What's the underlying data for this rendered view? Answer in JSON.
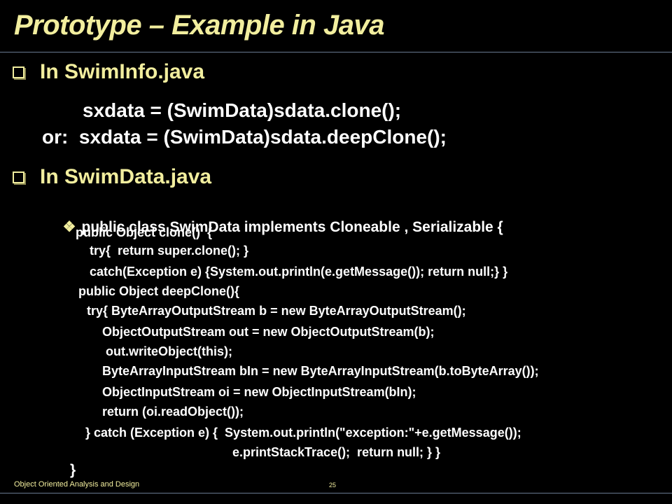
{
  "title": "Prototype – Example in Java",
  "bullets": {
    "first": "In SwimInfo.java",
    "second": "In  SwimData.java"
  },
  "code_top": [
    "sxdata = (SwimData)sdata.clone();",
    "or:  sxdata = (SwimData)sdata.deepClone();"
  ],
  "sub_bullet": "public class SwimData implements Cloneable , Serializable {",
  "code_lines": [
    "public Object clone()  {",
    "try{  return super.clone(); }",
    "catch(Exception e) {System.out.println(e.getMessage()); return null;} }",
    "public Object deepClone(){",
    "try{ ByteArrayOutputStream b = new ByteArrayOutputStream();",
    "ObjectOutputStream out = new ObjectOutputStream(b);",
    " out.writeObject(this);",
    "ByteArrayInputStream bIn = new ByteArrayInputStream(b.toByteArray());",
    "ObjectInputStream oi = new ObjectInputStream(bIn);",
    "return (oi.readObject());",
    "} catch (Exception e) {  System.out.println(\"exception:\"+e.getMessage());",
    "e.printStackTrace();  return null; } }",
    "}"
  ],
  "footer": {
    "course": "Object Oriented Analysis and Design",
    "page": "25"
  },
  "colors": {
    "background": "#000000",
    "accent": "#f2ee9e",
    "code": "#ffffff",
    "rule": "#6a7a90"
  }
}
